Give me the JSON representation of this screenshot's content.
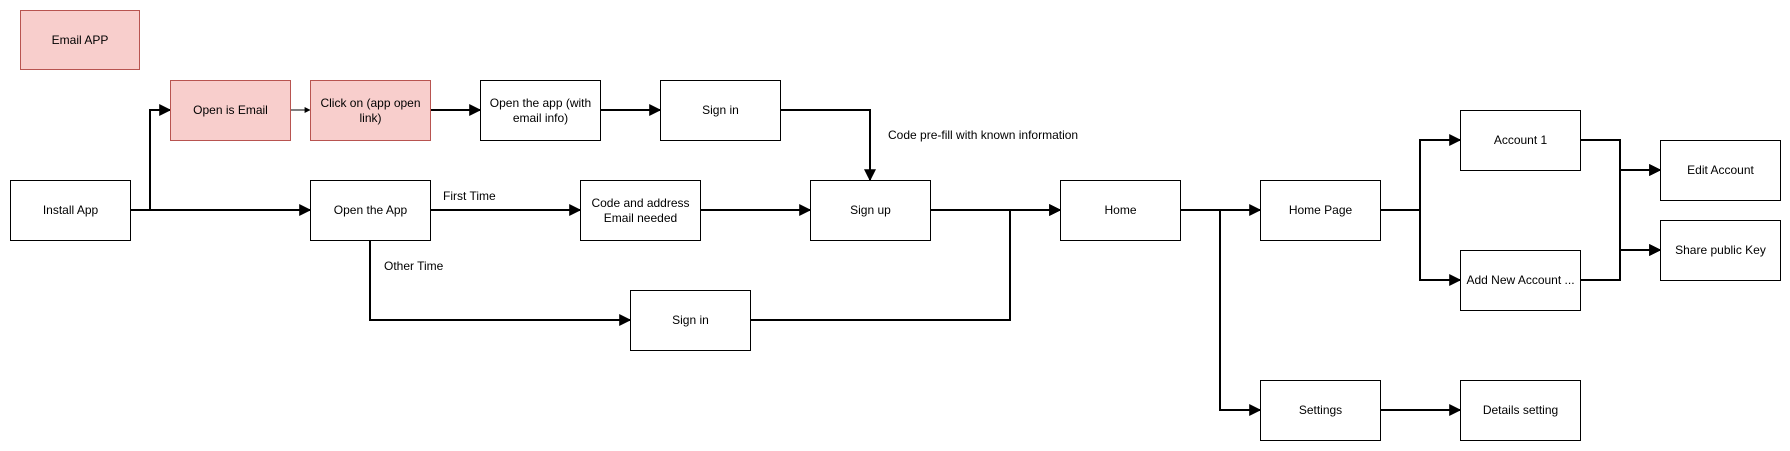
{
  "nodes": {
    "legend": "Email APP",
    "install_app": "Install App",
    "open_is_email": "Open is Email",
    "click_on_link": "Click on (app open link)",
    "open_app_with_email": "Open the app (with email info)",
    "sign_in_top": "Sign in",
    "open_the_app": "Open the App",
    "code_and_address": "Code and address\nEmail needed",
    "sign_up": "Sign up",
    "home": "Home",
    "home_page": "Home Page",
    "account_1": "Account 1",
    "add_new_account": "Add New Account ...",
    "edit_account": "Edit Account",
    "share_public_key": "Share public Key",
    "sign_in_bottom": "Sign in",
    "settings": "Settings",
    "details_setting": "Details setting"
  },
  "edge_labels": {
    "first_time": "First Time",
    "other_time": "Other Time",
    "prefill": "Code pre-fill with known information"
  },
  "colors": {
    "email_flow_fill": "#f8cecc",
    "email_flow_stroke": "#b85450",
    "stroke": "#000000"
  }
}
